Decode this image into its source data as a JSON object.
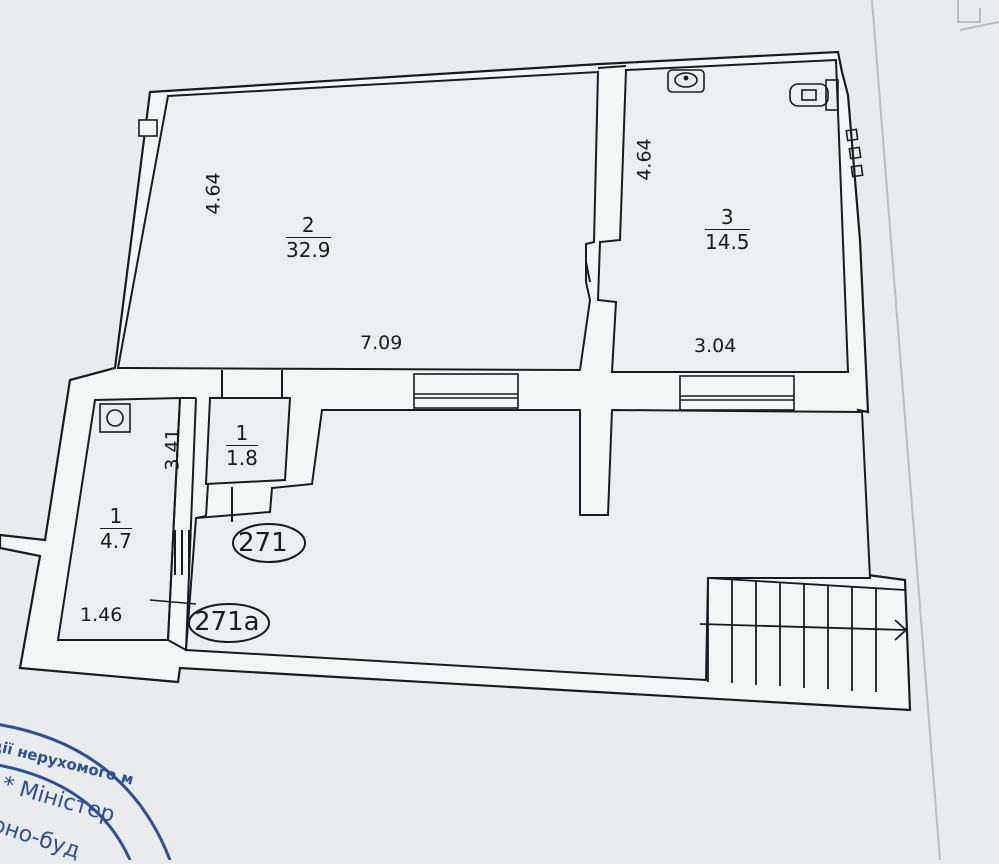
{
  "rooms": [
    {
      "id": "room-2",
      "number": "2",
      "area": "32.9"
    },
    {
      "id": "room-3",
      "number": "3",
      "area": "14.5"
    },
    {
      "id": "room-1-small",
      "number": "1",
      "area": "1.8"
    },
    {
      "id": "room-1-left",
      "number": "1",
      "area": "4.7"
    }
  ],
  "dimensions": {
    "room2_height": "4.64",
    "room2_width": "7.09",
    "room3_height": "4.64",
    "room3_width": "3.04",
    "left_height": "3.41",
    "left_width": "1.46"
  },
  "lot_tags": {
    "tag_a": "271",
    "tag_b": "271a"
  },
  "stamp": {
    "line1": "ції нерухомого м",
    "line2": "* Міністер",
    "line3": "рно-буд",
    "color": "#2b4f9c"
  },
  "colors": {
    "paper": "#e9ebec",
    "ink": "#1b1b1f",
    "wall": "#f3f4f4"
  }
}
